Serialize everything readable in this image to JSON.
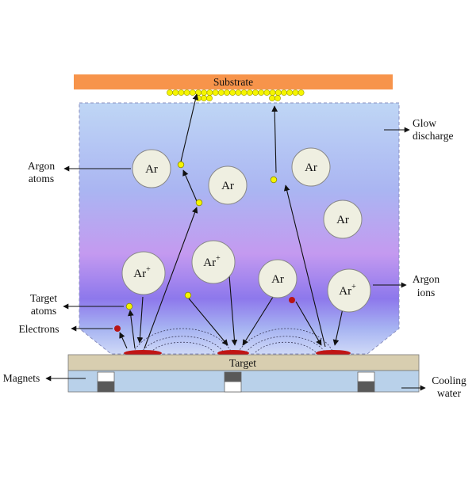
{
  "diagram": {
    "substrate": "Substrate",
    "target": "Target",
    "atom_label": "Ar",
    "ion_label": "Ar",
    "ion_sup": "+",
    "labels": {
      "glow_line1": "Glow",
      "glow_line2": "discharge",
      "argon_atoms_line1": "Argon",
      "argon_atoms_line2": "atoms",
      "target_atoms_line1": "Target",
      "target_atoms_line2": "atoms",
      "electrons": "Electrons",
      "magnets": "Magnets",
      "argon_ions_line1": "Argon",
      "argon_ions_line2": "ions",
      "cooling_line1": "Cooling",
      "cooling_line2": "water"
    },
    "colors": {
      "substrate": "#f7944b",
      "target": "#d8ceb0",
      "plasma_top": "#bcd4f4",
      "plasma_mid": "#b890ea",
      "plasma_dark": "#8a73ea",
      "deposit": "#f5f500",
      "electron": "#b81414",
      "erosion": "#c01515",
      "circle_fill": "#efefe1",
      "water": "#b9d1ea",
      "magnet_dark": "#595959"
    }
  }
}
